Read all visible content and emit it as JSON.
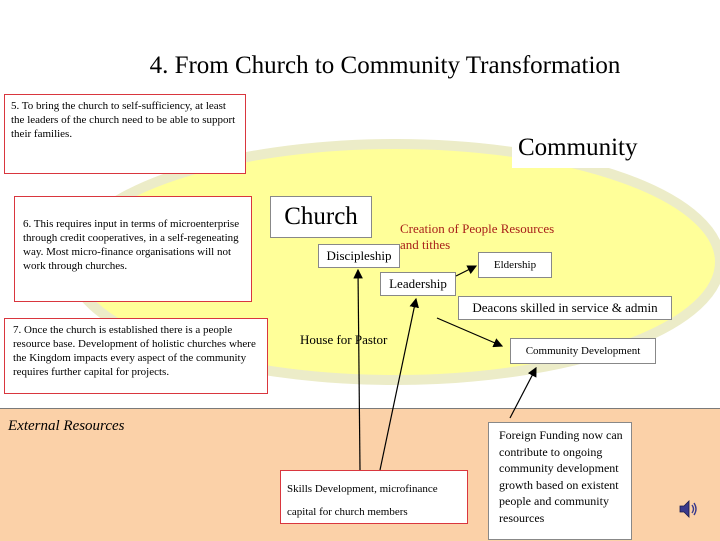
{
  "slide": {
    "title": "4. From Church to Community Transformation",
    "note5": "5. To bring the church to self-sufficiency, at least the leaders of the church need to be able to support their families.",
    "note6": "6. This requires input in terms of microenterprise through credit cooperatives, in a self-regeneating way.  Most micro-finance organisations will not work through churches.",
    "note7": "7. Once the church is established there is a people resource base. Development of holistic churches where the Kingdom impacts every aspect of the community requires further capital for projects.",
    "community_label": "Community",
    "church_label": "Church",
    "creation_label": "Creation of People Resources and tithes",
    "discipleship_label": "Discipleship",
    "eldership_label": "Eldership",
    "leadership_label": "Leadership",
    "deacons_label": "Deacons skilled in service & admin",
    "pastor_label": "House for Pastor",
    "community_dev_label": "Community Development",
    "external_label": "External Resources",
    "skills_label": "Skills Development, microfinance capital for church members",
    "foreign_label": "Foreign Funding now can contribute to ongoing community development growth based on existent people and community resources"
  },
  "colors": {
    "ellipse_fill": "#ffff99",
    "ellipse_border": "#e8e8c0",
    "external_band": "#fbd1a8",
    "note_border": "#d9363e",
    "creation_text": "#a8201a"
  },
  "icons": {
    "speaker": "speaker-icon"
  }
}
